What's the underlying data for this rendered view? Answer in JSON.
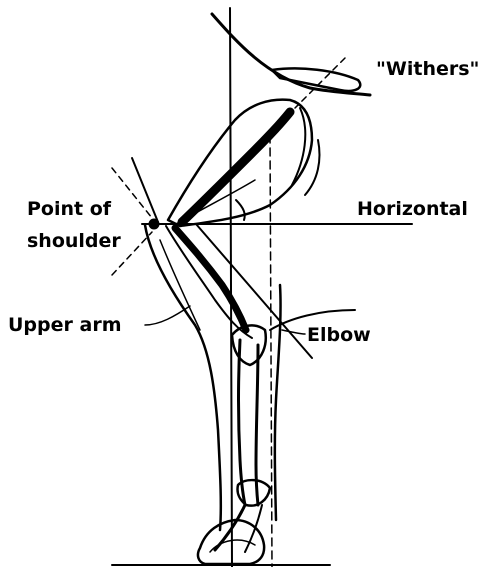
{
  "labels": {
    "withers": "\"Withers\"",
    "horizontal": "Horizontal",
    "point_of_shoulder_line1": "Point of",
    "point_of_shoulder_line2": "shoulder",
    "upper_arm": "Upper arm",
    "elbow": "Elbow"
  },
  "colors": {
    "ink": "#000000",
    "background": "#ffffff"
  }
}
